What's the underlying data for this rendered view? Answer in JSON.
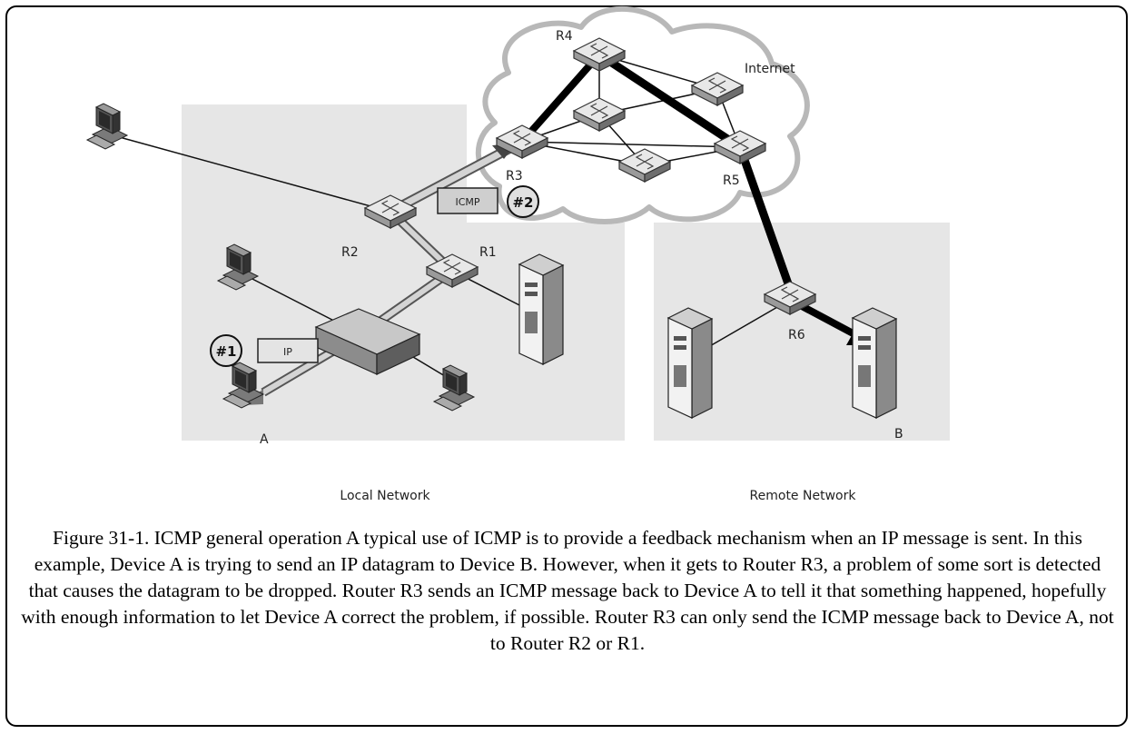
{
  "labels": {
    "r1": "R1",
    "r2": "R2",
    "r3": "R3",
    "r4": "R4",
    "r5": "R5",
    "r6": "R6",
    "internet": "Internet",
    "device_a": "A",
    "device_b": "B",
    "local_network": "Local Network",
    "remote_network": "Remote Network",
    "step1": "#1",
    "step2": "#2",
    "ip_msg": "IP",
    "icmp_msg": "ICMP"
  },
  "caption": "Figure 31-1. ICMP general operation A typical use of ICMP is to provide a feedback mechanism when an IP message is sent. In this example, Device A is trying to send an IP datagram to Device B. However, when it gets to Router R3, a problem of some sort is detected that causes the datagram to be dropped. Router R3 sends an ICMP message back to Device A to tell it that something happened, hopefully with enough information to let Device A correct the problem, if possible. Router R3 can only send the ICMP message back to Device A, not to Router R2 or R1.",
  "colors": {
    "network_bg": "#e6e6e6",
    "cloud_fill": "#ffffff",
    "cloud_edge": "#b8b8b8",
    "path": "#000000",
    "icmp_path": "#c8c8c8"
  }
}
